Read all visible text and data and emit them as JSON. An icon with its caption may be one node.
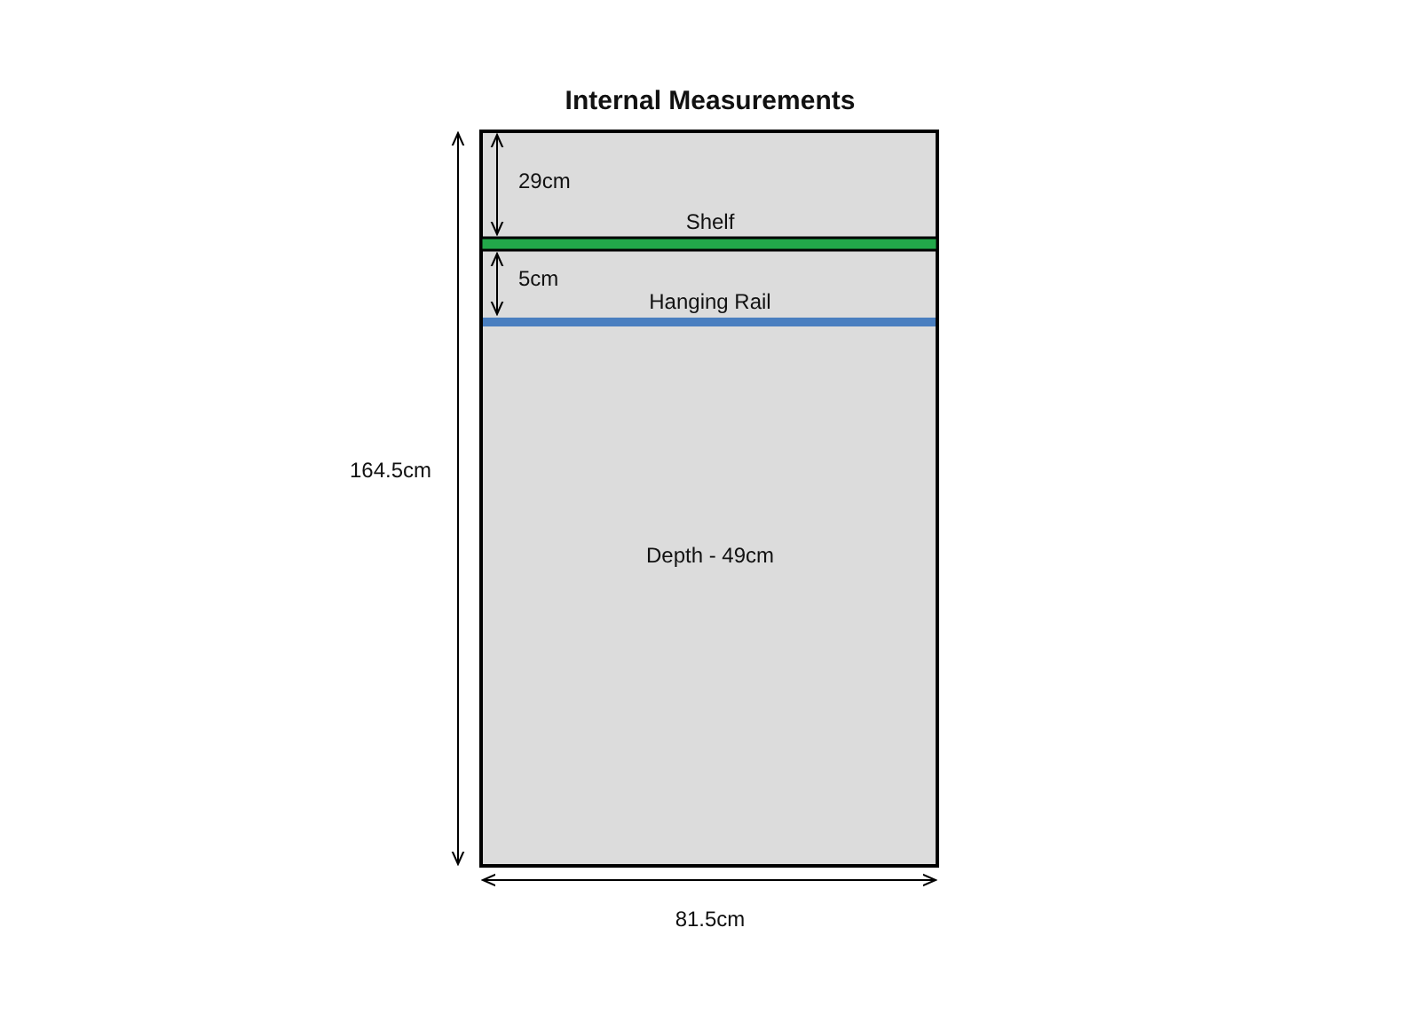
{
  "diagram": {
    "title": "Internal Measurements",
    "labels": [
      "29cm",
      "Shelf",
      "5cm",
      "Hanging Rail",
      "164.5cm",
      "Depth - 49cm",
      "81.5cm"
    ]
  }
}
